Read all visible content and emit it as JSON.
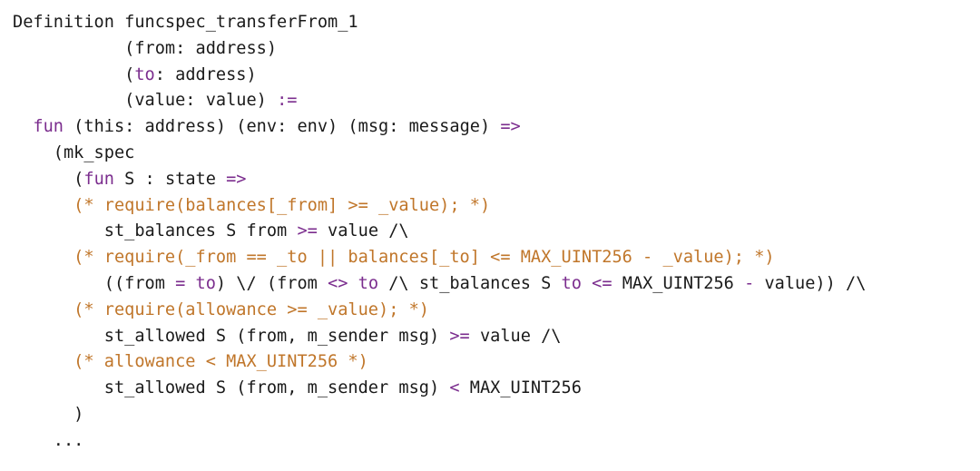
{
  "colors": {
    "text": "#1a1a1a",
    "keyword": "#7b2d8e",
    "comment": "#c0762a",
    "background": "#ffffff"
  },
  "code": {
    "lines": [
      {
        "indent": 0,
        "segments": [
          {
            "text": "Definition funcspec_transferFrom_1",
            "kind": "plain"
          }
        ]
      },
      {
        "indent": 11,
        "segments": [
          {
            "text": "(from: address)",
            "kind": "plain"
          }
        ]
      },
      {
        "indent": 11,
        "segments": [
          {
            "text": "(",
            "kind": "plain"
          },
          {
            "text": "to",
            "kind": "keyword"
          },
          {
            "text": ": address)",
            "kind": "plain"
          }
        ]
      },
      {
        "indent": 11,
        "segments": [
          {
            "text": "(value: value) ",
            "kind": "plain"
          },
          {
            "text": ":=",
            "kind": "keyword"
          }
        ]
      },
      {
        "indent": 2,
        "segments": [
          {
            "text": "fun",
            "kind": "keyword"
          },
          {
            "text": " (this: address) (env: env) (msg: message) ",
            "kind": "plain"
          },
          {
            "text": "=>",
            "kind": "keyword"
          }
        ]
      },
      {
        "indent": 4,
        "segments": [
          {
            "text": "(mk_spec",
            "kind": "plain"
          }
        ]
      },
      {
        "indent": 6,
        "segments": [
          {
            "text": "(",
            "kind": "plain"
          },
          {
            "text": "fun",
            "kind": "keyword"
          },
          {
            "text": " S : state ",
            "kind": "plain"
          },
          {
            "text": "=>",
            "kind": "keyword"
          }
        ]
      },
      {
        "indent": 6,
        "segments": [
          {
            "text": "(* require(balances[_from] >= _value); *)",
            "kind": "comment"
          }
        ]
      },
      {
        "indent": 9,
        "segments": [
          {
            "text": "st_balances S from ",
            "kind": "plain"
          },
          {
            "text": ">=",
            "kind": "keyword"
          },
          {
            "text": " value /\\",
            "kind": "plain"
          }
        ]
      },
      {
        "indent": 6,
        "segments": [
          {
            "text": "(* require(_from == _to || balances[_to] <= MAX_UINT256 - _value); *)",
            "kind": "comment"
          }
        ]
      },
      {
        "indent": 9,
        "segments": [
          {
            "text": "((from ",
            "kind": "plain"
          },
          {
            "text": "=",
            "kind": "keyword"
          },
          {
            "text": " ",
            "kind": "plain"
          },
          {
            "text": "to",
            "kind": "keyword"
          },
          {
            "text": ") \\/ (from ",
            "kind": "plain"
          },
          {
            "text": "<>",
            "kind": "keyword"
          },
          {
            "text": " ",
            "kind": "plain"
          },
          {
            "text": "to",
            "kind": "keyword"
          },
          {
            "text": " /\\ st_balances S ",
            "kind": "plain"
          },
          {
            "text": "to",
            "kind": "keyword"
          },
          {
            "text": " ",
            "kind": "plain"
          },
          {
            "text": "<=",
            "kind": "keyword"
          },
          {
            "text": " MAX_UINT256 ",
            "kind": "plain"
          },
          {
            "text": "-",
            "kind": "keyword"
          },
          {
            "text": " value)) /\\",
            "kind": "plain"
          }
        ]
      },
      {
        "indent": 6,
        "segments": [
          {
            "text": "(* require(allowance >= _value); *)",
            "kind": "comment"
          }
        ]
      },
      {
        "indent": 9,
        "segments": [
          {
            "text": "st_allowed S (from, m_sender msg) ",
            "kind": "plain"
          },
          {
            "text": ">=",
            "kind": "keyword"
          },
          {
            "text": " value /\\",
            "kind": "plain"
          }
        ]
      },
      {
        "indent": 6,
        "segments": [
          {
            "text": "(* allowance < MAX_UINT256 *)",
            "kind": "comment"
          }
        ]
      },
      {
        "indent": 9,
        "segments": [
          {
            "text": "st_allowed S (from, m_sender msg) ",
            "kind": "plain"
          },
          {
            "text": "<",
            "kind": "keyword"
          },
          {
            "text": " MAX_UINT256",
            "kind": "plain"
          }
        ]
      },
      {
        "indent": 6,
        "segments": [
          {
            "text": ")",
            "kind": "plain"
          }
        ]
      },
      {
        "indent": 4,
        "segments": [
          {
            "text": "...",
            "kind": "plain"
          }
        ]
      }
    ]
  }
}
